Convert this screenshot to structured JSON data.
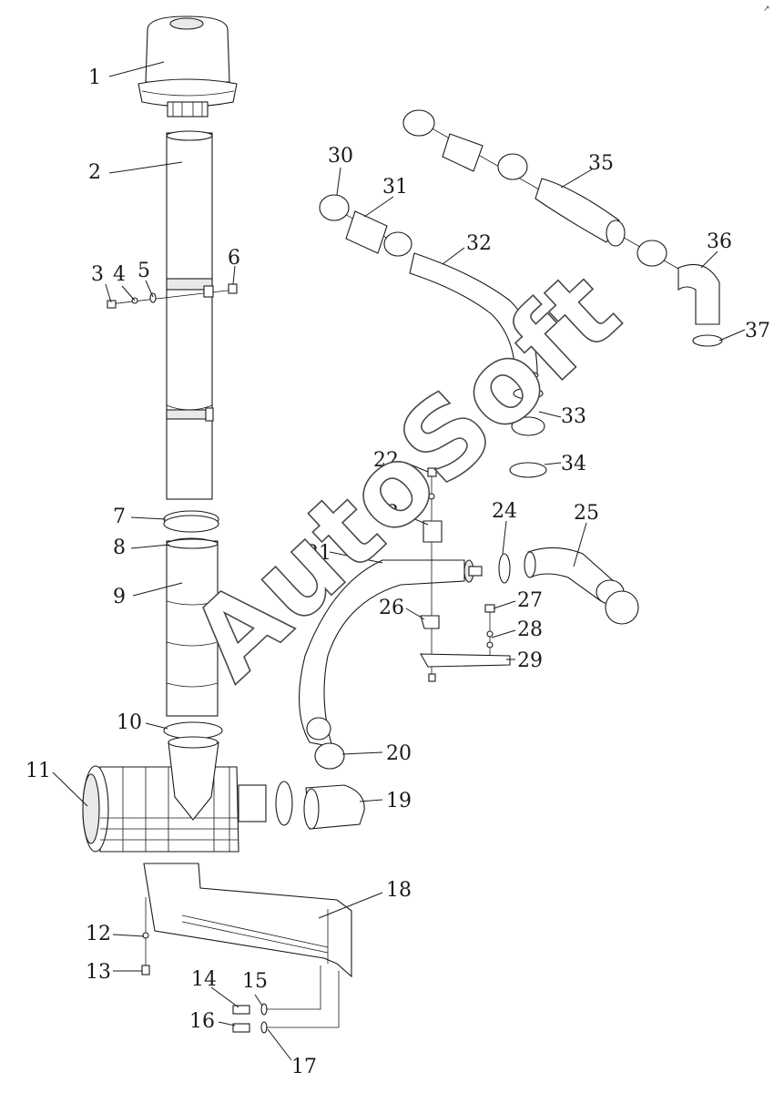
{
  "diagram": {
    "watermark": "AutoSoft",
    "corner_mark": "↗",
    "callouts": [
      {
        "id": "1",
        "label": "1"
      },
      {
        "id": "2",
        "label": "2"
      },
      {
        "id": "3",
        "label": "3"
      },
      {
        "id": "4",
        "label": "4"
      },
      {
        "id": "5",
        "label": "5"
      },
      {
        "id": "6",
        "label": "6"
      },
      {
        "id": "7",
        "label": "7"
      },
      {
        "id": "8",
        "label": "8"
      },
      {
        "id": "9",
        "label": "9"
      },
      {
        "id": "10",
        "label": "10"
      },
      {
        "id": "11",
        "label": "11"
      },
      {
        "id": "12",
        "label": "12"
      },
      {
        "id": "13",
        "label": "13"
      },
      {
        "id": "14",
        "label": "14"
      },
      {
        "id": "15",
        "label": "15"
      },
      {
        "id": "16",
        "label": "16"
      },
      {
        "id": "17",
        "label": "17"
      },
      {
        "id": "18",
        "label": "18"
      },
      {
        "id": "19",
        "label": "19"
      },
      {
        "id": "20",
        "label": "20"
      },
      {
        "id": "21",
        "label": "21"
      },
      {
        "id": "22",
        "label": "22"
      },
      {
        "id": "23",
        "label": "23"
      },
      {
        "id": "24",
        "label": "24"
      },
      {
        "id": "25",
        "label": "25"
      },
      {
        "id": "26",
        "label": "26"
      },
      {
        "id": "27",
        "label": "27"
      },
      {
        "id": "28",
        "label": "28"
      },
      {
        "id": "29",
        "label": "29"
      },
      {
        "id": "30",
        "label": "30"
      },
      {
        "id": "31",
        "label": "31"
      },
      {
        "id": "32",
        "label": "32"
      },
      {
        "id": "33",
        "label": "33"
      },
      {
        "id": "34",
        "label": "34"
      },
      {
        "id": "35",
        "label": "35"
      },
      {
        "id": "36",
        "label": "36"
      },
      {
        "id": "37",
        "label": "37"
      }
    ]
  }
}
